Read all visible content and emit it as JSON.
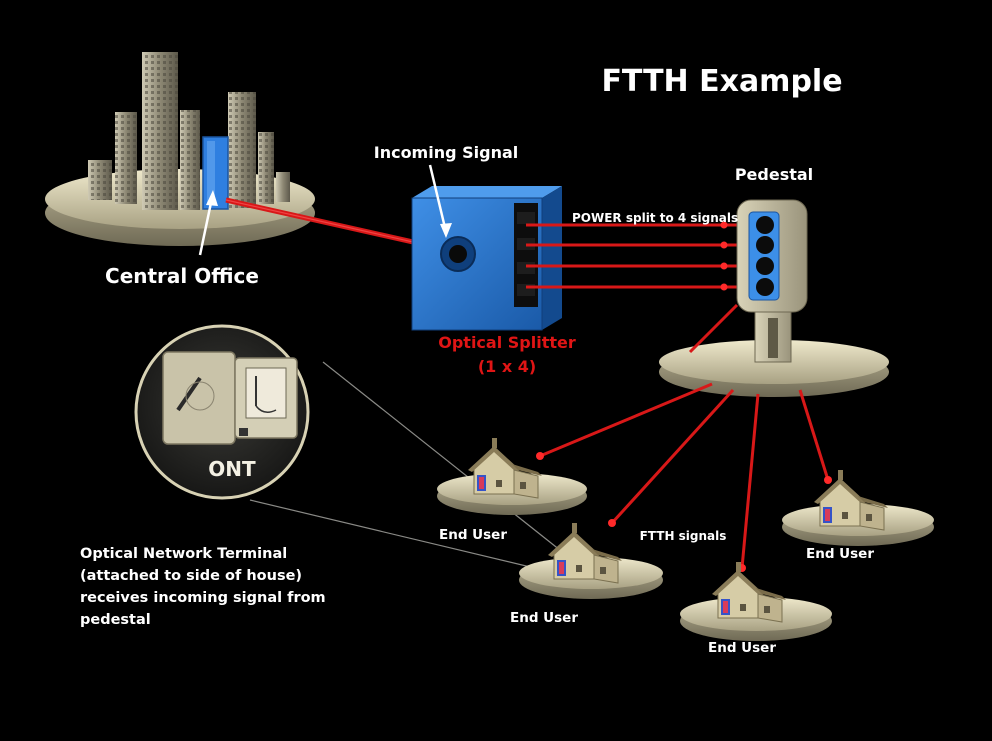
{
  "title": "FTTH Example",
  "labels": {
    "central_office": "Central Office",
    "incoming_signal": "Incoming Signal",
    "pedestal": "Pedestal",
    "power_split": "POWER split to 4 signals",
    "optical_splitter": "Optical Splitter",
    "splitter_ratio": "(1 x 4)",
    "ont": "ONT",
    "ftth_signals": "FTTH signals",
    "end_user_1": "End User",
    "end_user_2": "End User",
    "end_user_3": "End User",
    "end_user_4": "End User"
  },
  "description": [
    "Optical Network Terminal",
    "(attached to side of house)",
    "receives incoming signal from",
    "pedestal"
  ],
  "colors": {
    "background": "#000000",
    "fiber": "#d81818",
    "splitter": "#1f6fc8",
    "platform": "#d8d2b4",
    "accent_text": "#e01515"
  }
}
